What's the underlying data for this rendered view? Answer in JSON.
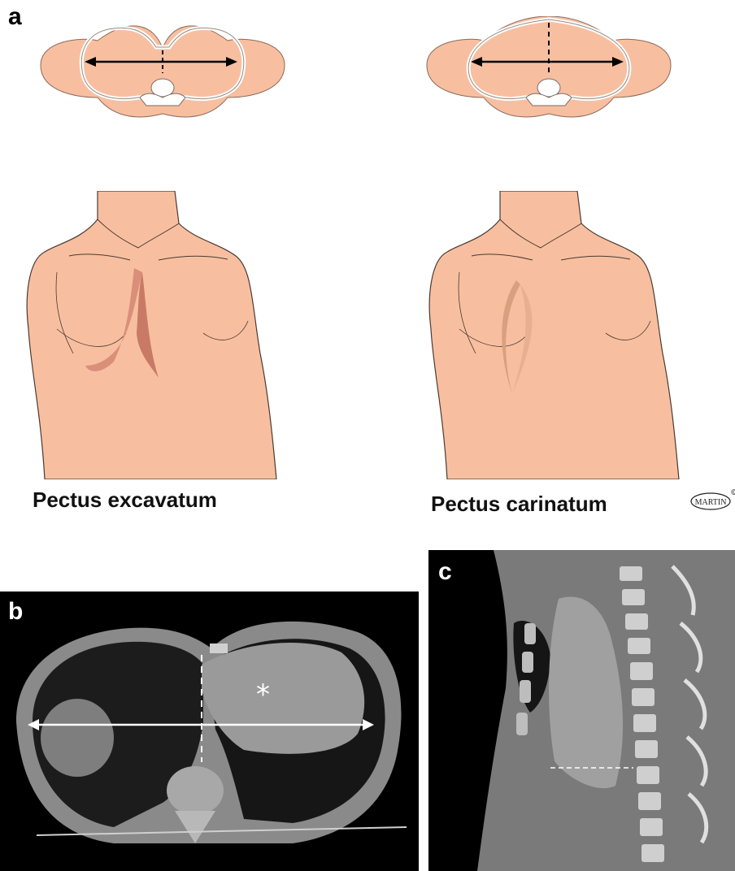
{
  "panels": {
    "a": {
      "letter": "a"
    },
    "b": {
      "letter": "b",
      "marker": "*"
    },
    "c": {
      "letter": "c"
    }
  },
  "captions": {
    "left": "Pectus excavatum",
    "right": "Pectus carinatum"
  },
  "logo": {
    "text": "MARTIN",
    "mark": "©"
  },
  "colors": {
    "skin": "#f7bfa0",
    "skin_outline": "#5a4a42",
    "rib": "#ffffff",
    "ct_bg": "#000000",
    "ct_tissue": "#8a8a8a"
  }
}
